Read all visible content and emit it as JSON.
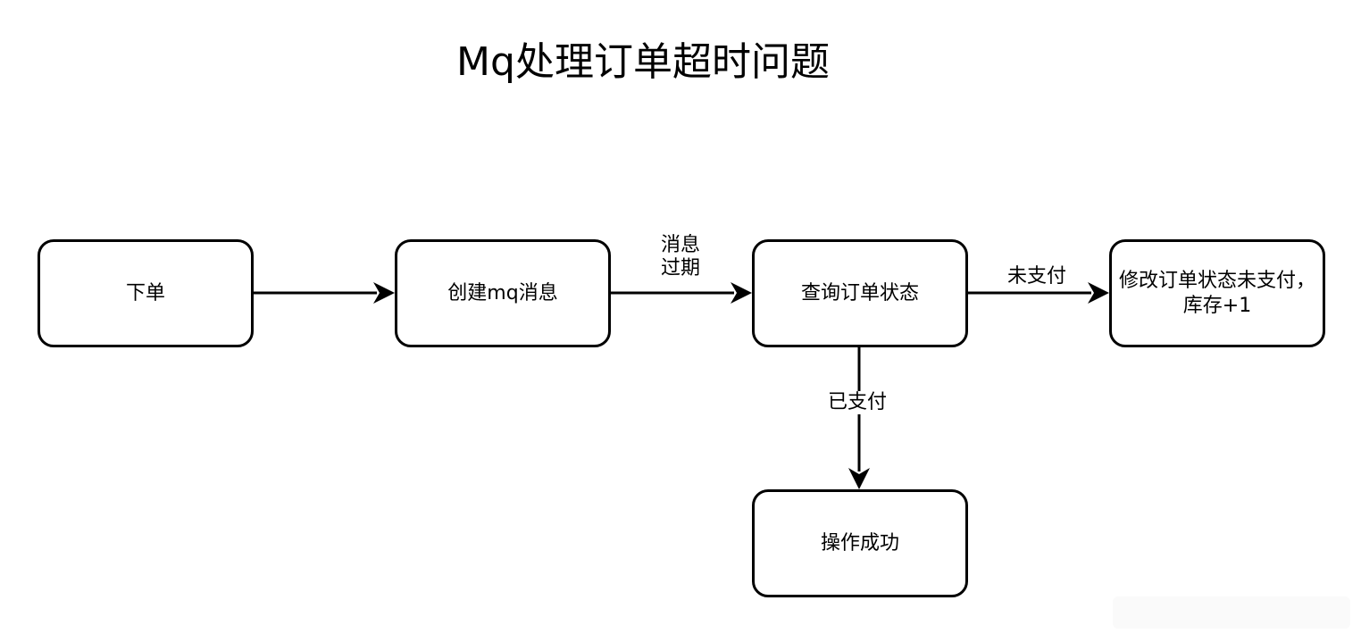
{
  "title": "Mq处理订单超时问题",
  "nodes": {
    "place_order": "下单",
    "create_mq_message": "创建mq消息",
    "query_order_status": "查询订单状态",
    "update_order_status": "修改订单状态未支付，库存+1",
    "operation_success": "操作成功"
  },
  "edges": {
    "message_expired": "消息过期",
    "unpaid": "未支付",
    "paid": "已支付"
  }
}
